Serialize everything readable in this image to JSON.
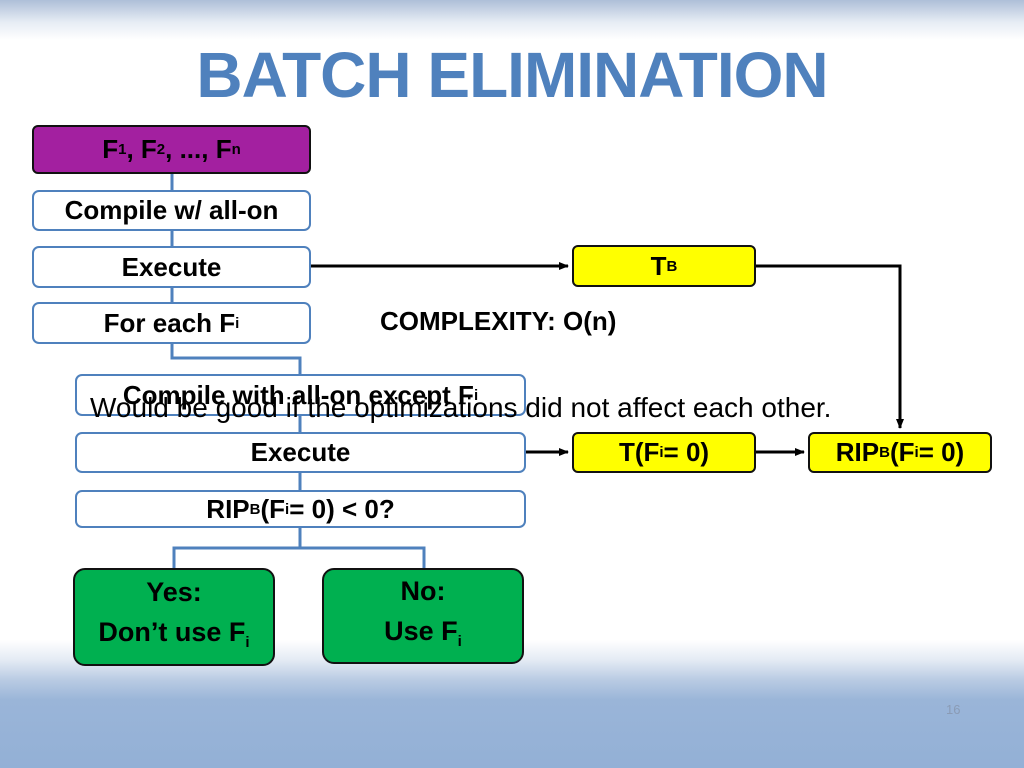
{
  "slide": {
    "title": "BATCH ELIMINATION",
    "complexity": "COMPLEXITY: O(n)",
    "overlay_text": "Would be good if the optimizations did not affect each other.",
    "page_number": "16"
  },
  "flow": {
    "inputs": {
      "f1": "F",
      "f1_sub": "1",
      "sep1": ", F",
      "f2_sub": "2",
      "sep2": ", ..., F",
      "fn_sub": "n"
    },
    "compile_all": "Compile w/ all-on",
    "execute_1": "Execute",
    "for_each": "For each F",
    "for_each_sub": "i",
    "compile_except": "Compile with all-on except F",
    "compile_except_sub": "i",
    "execute_2": "Execute",
    "check_pre": "RIP",
    "check_sub_b": "B",
    "check_mid": "(F",
    "check_sub_i": "i",
    "check_post": " = 0) < 0?",
    "yes_line1": "Yes:",
    "yes_line2": "Don’t use F",
    "yes_sub": "i",
    "no_line1": "No:",
    "no_line2": "Use F",
    "no_sub": "i"
  },
  "results": {
    "tb": "T",
    "tb_sub": "B",
    "t_fi_pre": "T(F",
    "t_fi_sub": "i",
    "t_fi_post": " = 0)",
    "rip_pre": "RIP",
    "rip_sub_b": "B",
    "rip_mid": "(F",
    "rip_sub_i": "i",
    "rip_post": " = 0)"
  },
  "colors": {
    "title": "#4f81bd",
    "box_border": "#4f81bd",
    "inputs_fill": "#a320a0",
    "result_fill": "#ffff00",
    "decision_fill": "#00b050"
  }
}
